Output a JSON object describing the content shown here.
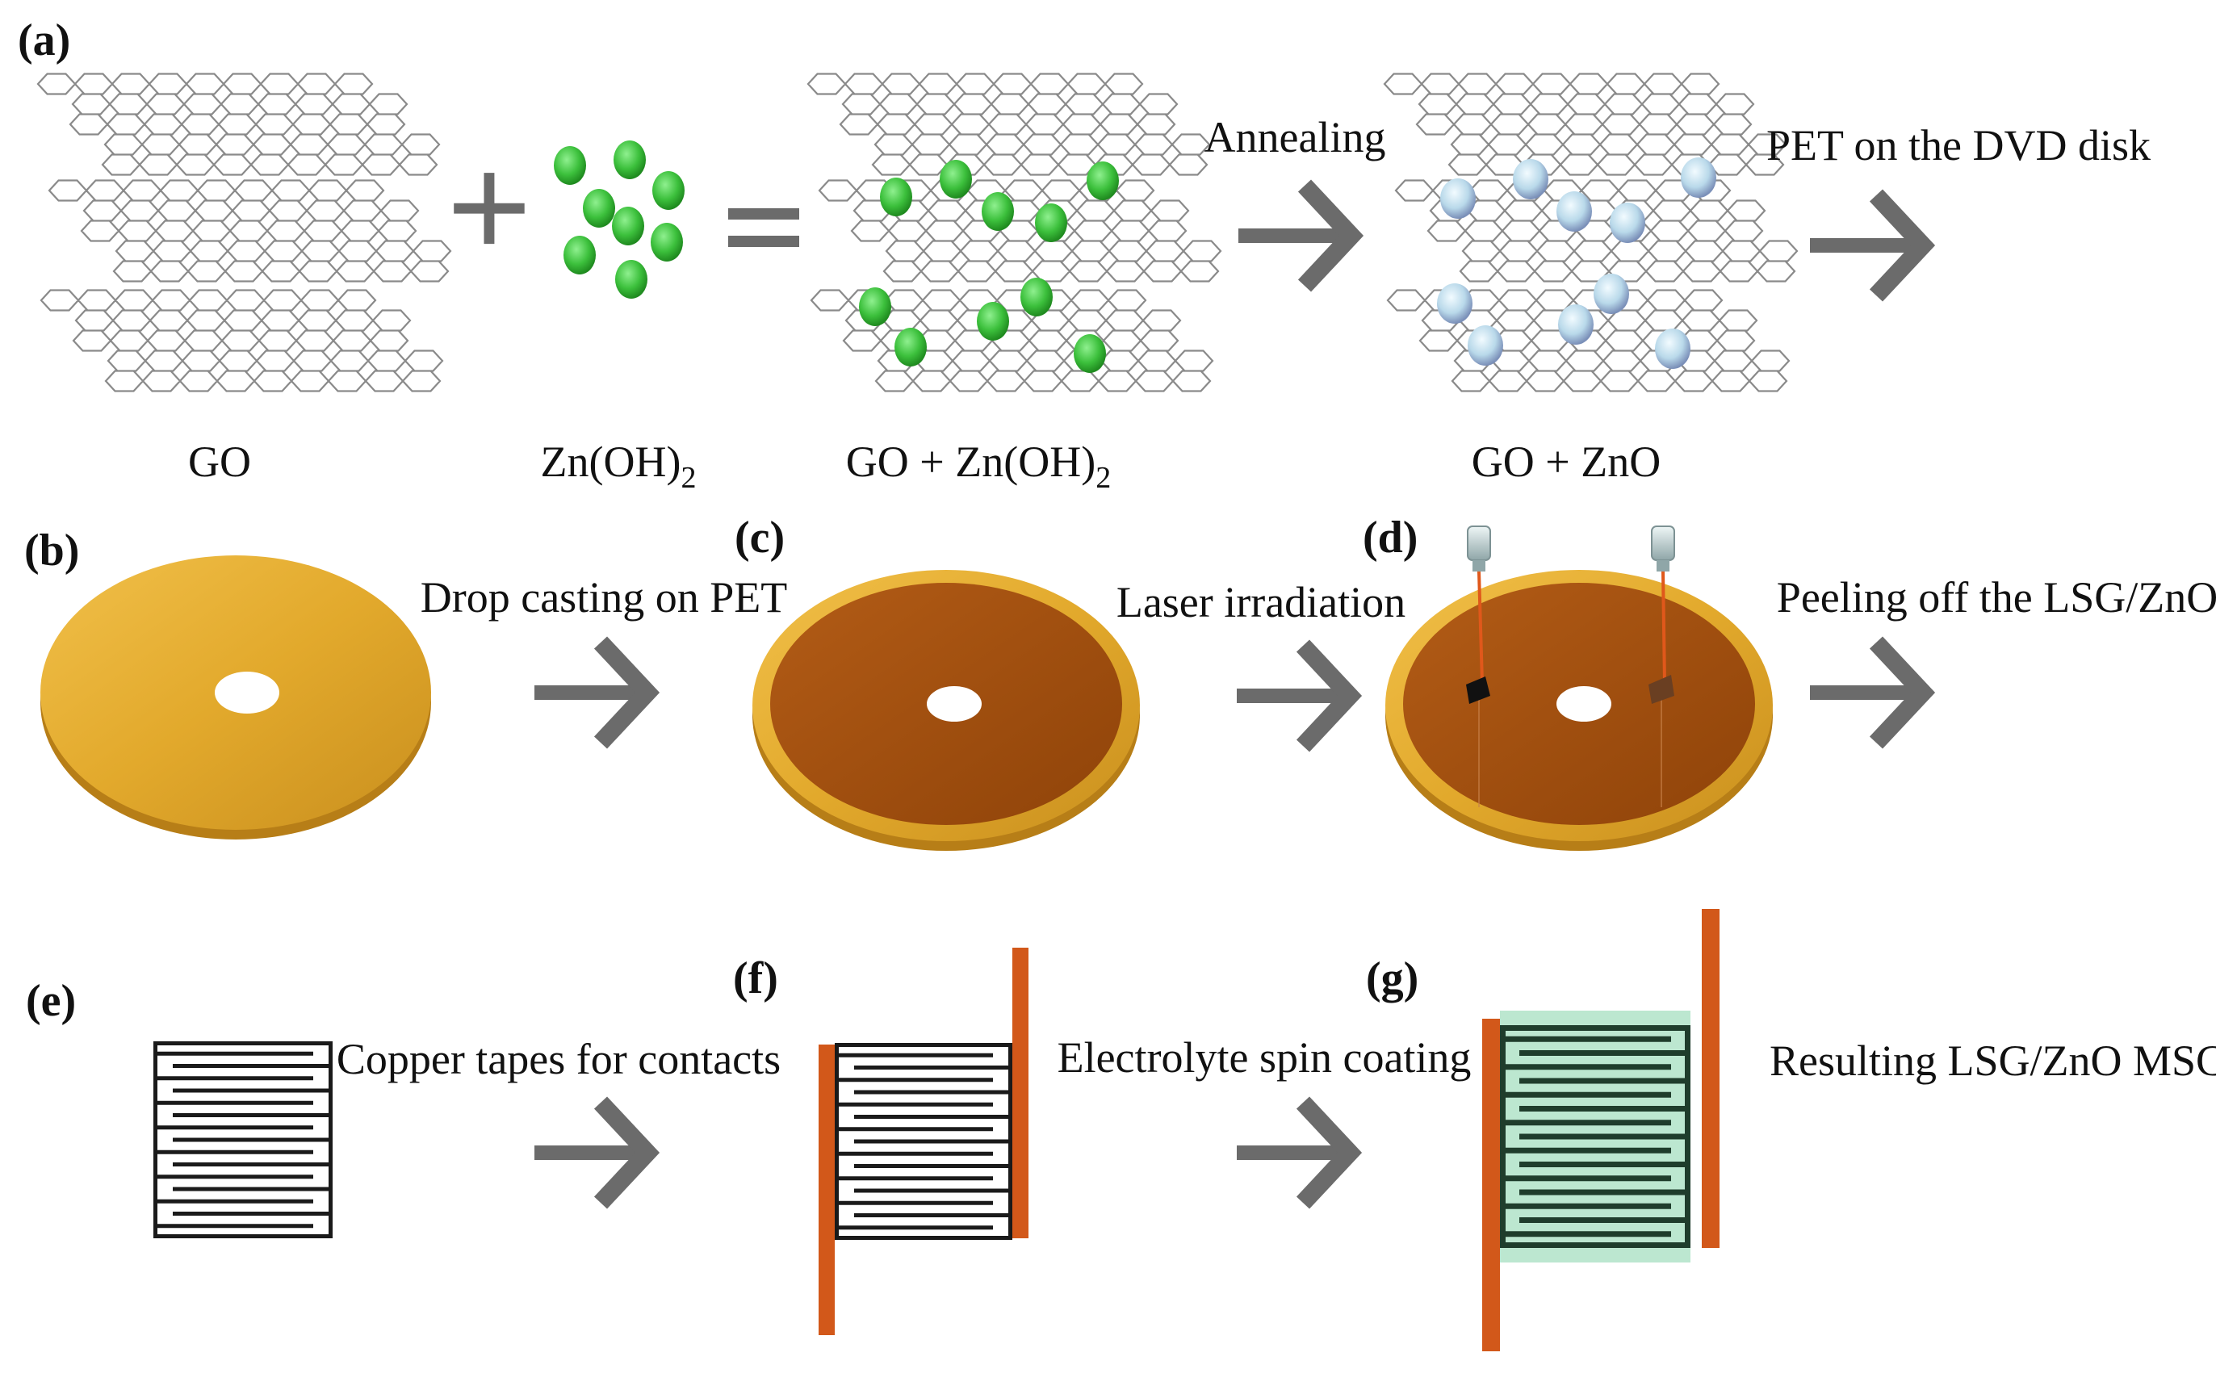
{
  "panels": {
    "a": "(a)",
    "b": "(b)",
    "c": "(c)",
    "d": "(d)",
    "e": "(e)",
    "f": "(f)",
    "g": "(g)"
  },
  "materials": {
    "go": "GO",
    "zn_oh2_base": "Zn(OH)",
    "zn_oh2_sub": "2",
    "go_zn_oh2_base": "GO + Zn(OH)",
    "go_zn_oh2_sub": "2",
    "go_zno": "GO + ZnO"
  },
  "operators": {
    "plus": "+",
    "equals": "="
  },
  "steps": {
    "annealing": "Annealing",
    "pet_on_dvd": "PET on the DVD disk",
    "drop_casting": "Drop casting on PET",
    "laser_irradiation": "Laser irradiation",
    "peeling_off": "Peeling off the LSG/ZnO",
    "copper_tapes": "Copper tapes for contacts",
    "electrolyte_spin": "Electrolyte spin coating",
    "resulting": "Resulting LSG/ZnO MSC"
  },
  "colors": {
    "zn_oh2_particle": "#3cc03c",
    "zno_particle": "#a9c9dc",
    "dvd_gold": "#e6b23a",
    "go_film_brown": "#a8520f",
    "copper_tape": "#d2581a",
    "electrolyte": "#a5dfc0",
    "electrode": "#1a1a1a",
    "arrow": "#6b6b6b"
  }
}
